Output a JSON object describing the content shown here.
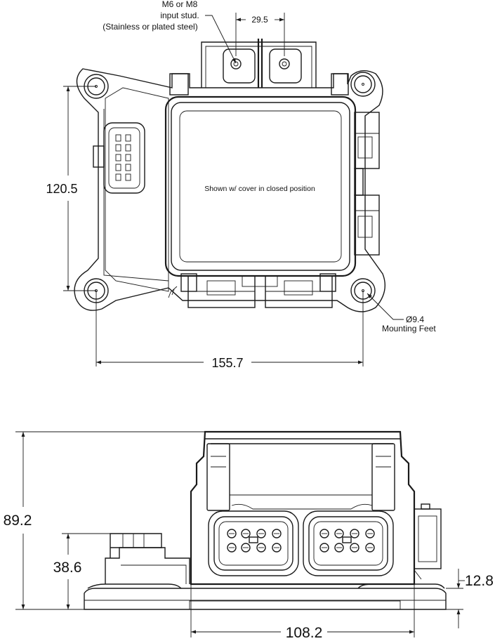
{
  "top_view": {
    "stud_note": [
      "M6 or M8",
      "input stud.",
      "(Stainless or plated steel)"
    ],
    "stud_spacing": "29.5",
    "height_dim": "120.5",
    "cover_note": "Shown w/ cover in closed position",
    "foot_dia": "Ø9.4",
    "foot_label": "Mounting Feet",
    "width_dim": "155.7"
  },
  "front_view": {
    "total_height": "89.2",
    "lower_height": "38.6",
    "foot_thickness": "12.8",
    "body_width": "108.2"
  }
}
